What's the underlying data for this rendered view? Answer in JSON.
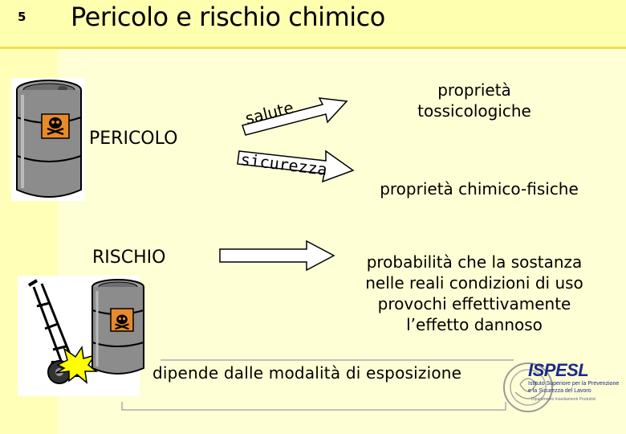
{
  "slide": {
    "number": "5",
    "title": "Pericolo e rischio chimico"
  },
  "labels": {
    "pericolo": "PERICOLO",
    "rischio": "RISCHIO",
    "salute": "salute",
    "sicurezza": "sicurezza"
  },
  "outcomes": {
    "tossicologiche": "proprietà tossicologiche",
    "chimico_fisiche": "proprietà chimico-fisiche",
    "probabilita": "probabilità che la sostanza nelle reali condizioni di uso provochi effettivamente l’effetto dannoso"
  },
  "footer": {
    "dipende": "dipende dalle modalità di esposizione"
  },
  "logo": {
    "brand": "ISPESL",
    "line1": "Istituto Superiore per la Prevenzione",
    "line2": "e la Sicurezza del Lavoro",
    "line3": "Dipartimento Insediamenti Produttivi"
  },
  "colors": {
    "background": "#ffffd6",
    "header": "#ffffb0",
    "hazard_label": "#e88a2a",
    "barrel": "#8a8a8a"
  },
  "icons": [
    "barrel-icon",
    "skull-crossbones-icon",
    "hand-truck-icon",
    "impact-burst-icon",
    "arrow-right-icon"
  ]
}
